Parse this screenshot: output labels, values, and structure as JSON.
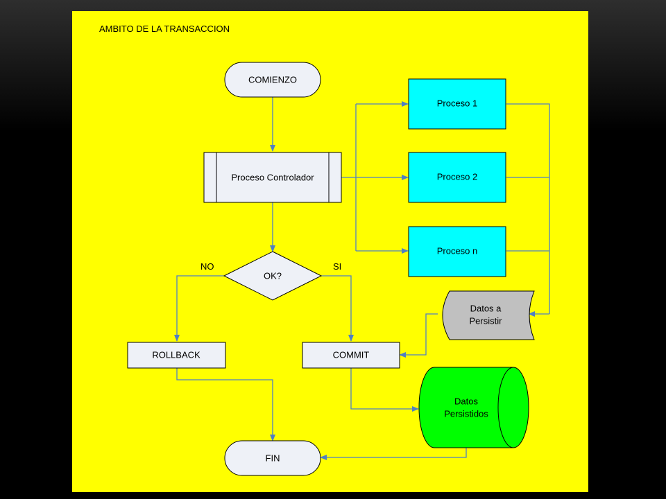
{
  "diagram": {
    "title": "AMBITO DE LA TRANSACCION",
    "nodes": {
      "start": "COMIENZO",
      "controller": "Proceso Controlador",
      "process1": "Proceso 1",
      "process2": "Proceso 2",
      "processN": "Proceso n",
      "decision": "OK?",
      "rollback": "ROLLBACK",
      "commit": "COMMIT",
      "data_to_persist": [
        "Datos a",
        "Persistir"
      ],
      "persisted_data": [
        "Datos",
        "Persistidos"
      ],
      "end": "FIN"
    },
    "edge_labels": {
      "no": "NO",
      "yes": "SI"
    },
    "colors": {
      "background": "#ffff00",
      "process_fill": "#00ffff",
      "terminal_fill": "#eef1f7",
      "data_store_fill": "#c0c0c0",
      "persisted_fill": "#00ff00",
      "arrow": "#4f7fc4"
    }
  }
}
